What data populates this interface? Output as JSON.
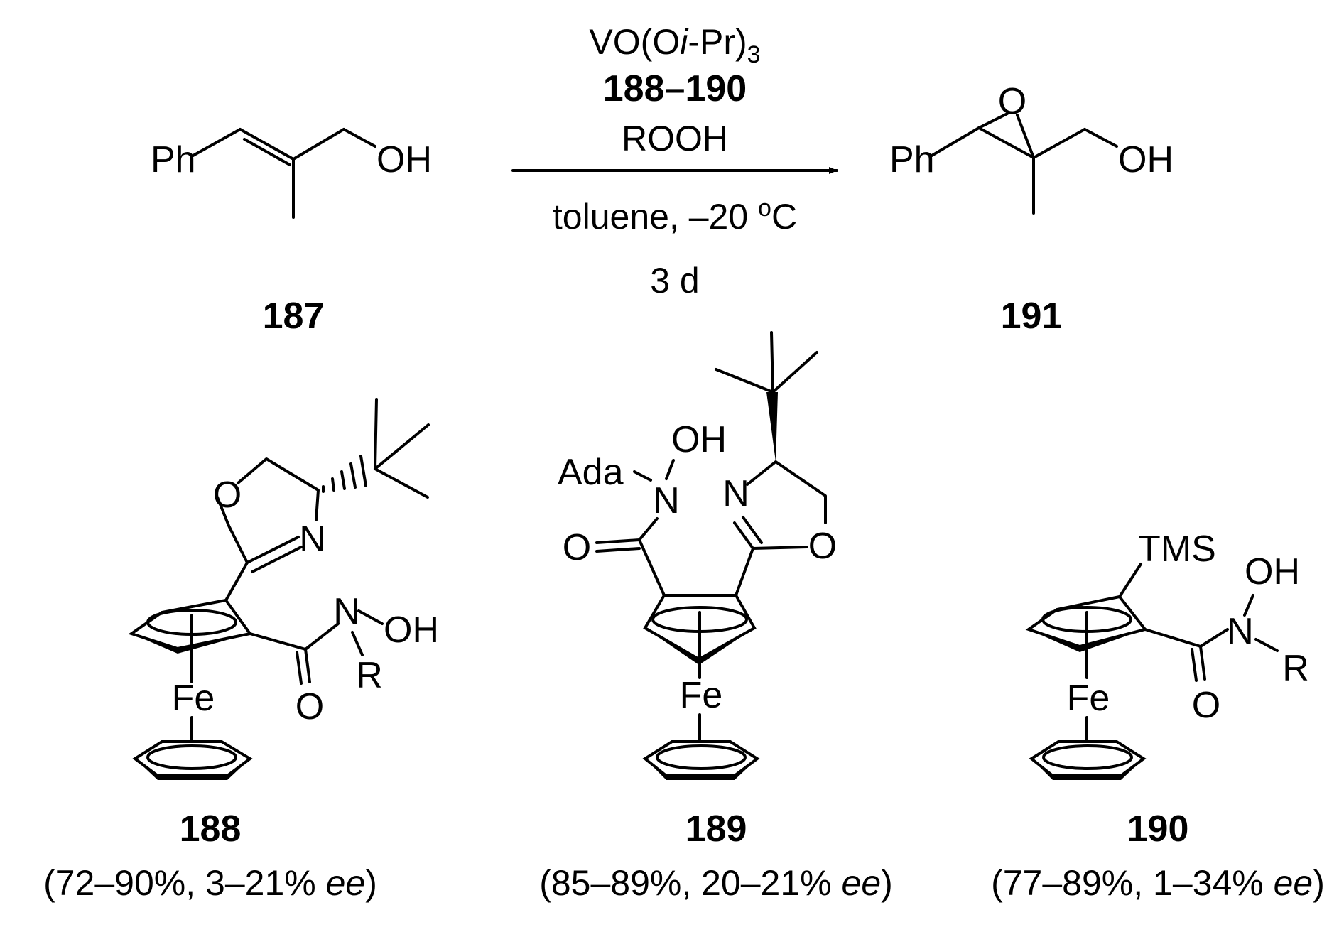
{
  "reaction": {
    "reactant": {
      "id": "187",
      "ph": "Ph",
      "oh": "OH"
    },
    "product": {
      "id": "191",
      "ph": "Ph",
      "oh": "OH",
      "o": "O"
    },
    "conditions": {
      "reagent1_prefix": "VO(O",
      "reagent1_italic": "i",
      "reagent1_suffix": "-Pr)",
      "reagent1_sub": "3",
      "ligands": "188–190",
      "oxidant": "ROOH",
      "solvent_temp": "toluene, –20 ",
      "degree": "o",
      "celsius": "C",
      "time": "3 d"
    }
  },
  "ligands": [
    {
      "id": "188",
      "yield_text": "(72–90%, 3–21% ",
      "ee": "ee",
      "close": ")",
      "atoms": {
        "o_ring": "O",
        "n_ring": "N",
        "n_amide": "N",
        "oh": "OH",
        "r": "R",
        "o_carbonyl": "O",
        "fe": "Fe"
      }
    },
    {
      "id": "189",
      "yield_text": "(85–89%, 20–21% ",
      "ee": "ee",
      "close": ")",
      "atoms": {
        "ada": "Ada",
        "oh": "OH",
        "n_amide": "N",
        "o_carbonyl": "O",
        "n_ring": "N",
        "o_ring": "O",
        "fe": "Fe"
      }
    },
    {
      "id": "190",
      "yield_text": "(77–89%, 1–34% ",
      "ee": "ee",
      "close": ")",
      "atoms": {
        "tms": "TMS",
        "oh": "OH",
        "n_amide": "N",
        "r": "R",
        "o_carbonyl": "O",
        "fe": "Fe"
      }
    }
  ]
}
